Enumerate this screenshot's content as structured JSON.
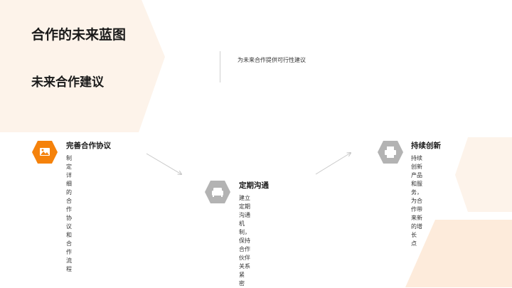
{
  "slide": {
    "title": "合作的未来蓝图",
    "section_title": "未来合作建议",
    "subtitle": "为未来合作提供可行性建议"
  },
  "steps": [
    {
      "title": "完善合作协议",
      "desc_lines": [
        "制定详细的合作协议",
        "和合作流程"
      ],
      "icon": "image-icon",
      "color": "#F5820B"
    },
    {
      "title": "定期沟通",
      "desc_lines": [
        "建立定期沟通机制，",
        "保持合作伙伴关系紧",
        "密"
      ],
      "icon": "sofa-icon",
      "color": "#B3B3B3"
    },
    {
      "title": "持续创新",
      "desc_lines": [
        "持续创新产品和服务，",
        "为合作带来新的增长",
        "点"
      ],
      "icon": "printer-icon",
      "color": "#B3B3B3"
    }
  ],
  "colors": {
    "accent": "#F5820B",
    "muted_icon": "#B3B3B3",
    "decor_light": "#FDF3EA",
    "decor_peach": "#FDEBDB"
  }
}
